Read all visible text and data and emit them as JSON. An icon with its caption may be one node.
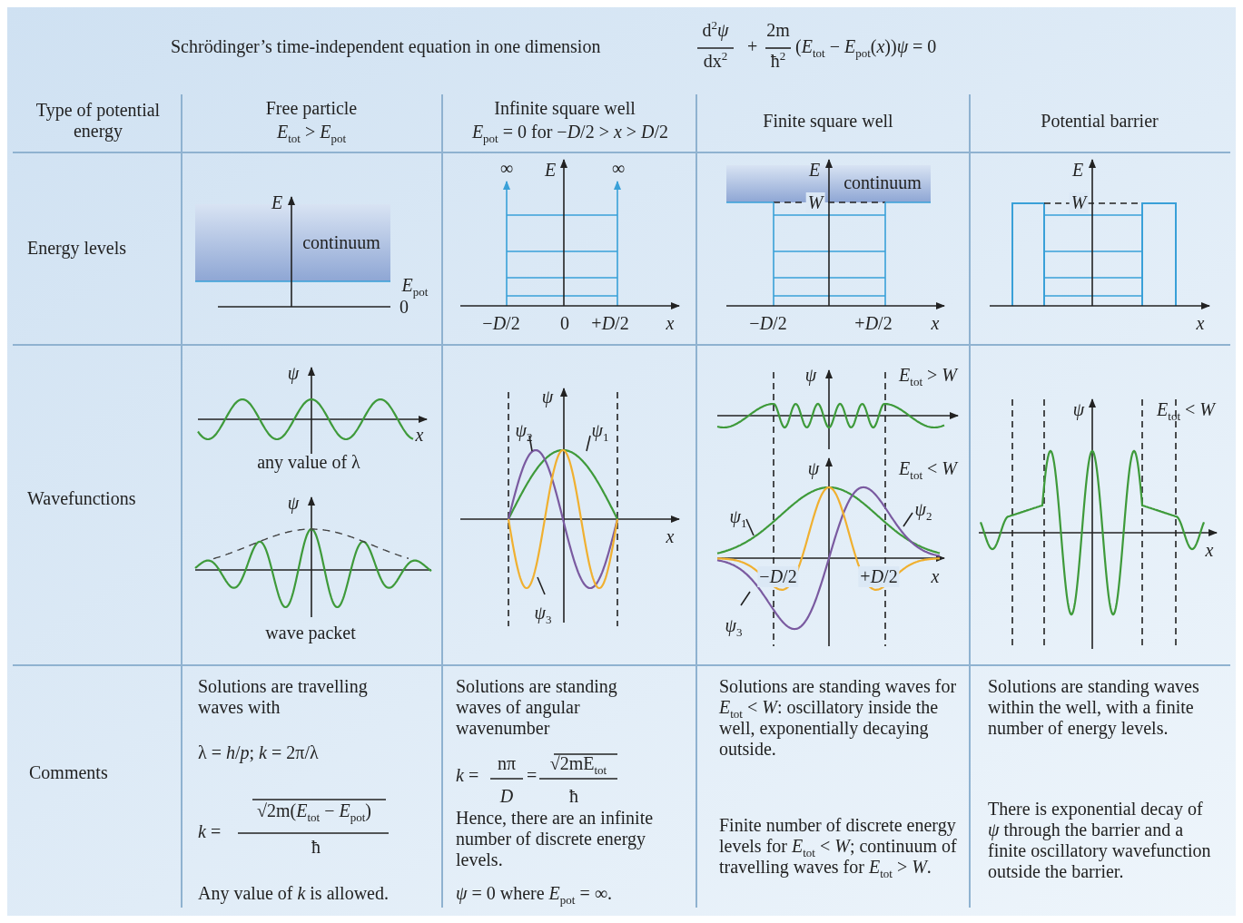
{
  "diagram": {
    "title": "Schrödinger’s time-independent equation in one dimension",
    "labels": [
      "d$^{2}$*ψ*",
      "dx$^{2}$",
      "+",
      "2m",
      "ħ$^{2}$",
      "(*E*$_{tot}$ − *E*$_{pot}$(*x*))*ψ* = 0",
      "Type of potential energy",
      "Free particle",
      "*E*$_{tot}$ > *E*$_{pot}$",
      "Infinite square well",
      "*E*$_{pot}$ = 0 for −*D*/2 > *x* > *D*/2",
      "Finite square well",
      "Potential barrier",
      "Energy levels",
      "*E*",
      "continuum",
      "*E*$_{pot}$",
      "0",
      "∞",
      "*E*",
      "∞",
      "−*D*/2",
      "0",
      "+*D*/2",
      "*x*",
      "*E*",
      "continuum",
      "*W*",
      "−*D*/2",
      "+*D*/2",
      "*x*",
      "*E*",
      "*W*",
      "*x*",
      "Wavefunctions",
      "*ψ*",
      "*x*",
      "any value of λ",
      "*ψ*",
      "wave packet",
      "*ψ*",
      "*ψ*$_{2}$",
      "*ψ*$_{1}$",
      "*x*",
      "*ψ*$_{3}$",
      "*ψ*",
      "*E*$_{tot}$ > *W*",
      "*ψ*",
      "*E*$_{tot}$ < *W*",
      "*ψ*$_{1}$",
      "*ψ*$_{2}$",
      "−*D*/2",
      "+*D*/2",
      "*x*",
      "*ψ*$_{3}$",
      "*ψ*",
      "*E*$_{tot}$ < *W*",
      "*x*",
      "Comments",
      "Solutions are travelling waves with",
      "λ = *h*/*p*; *k* = 2π/λ",
      "*k* =",
      "√2m(*E*$_{tot}$ − *E*$_{pot}$)",
      "ħ",
      "Any value of *k* is allowed.",
      "Solutions are standing waves of angular wavenumber",
      "*k* =",
      "nπ",
      "*D*",
      "=",
      "√2mE$_{tot}$",
      "ħ",
      "Hence, there are an infinite number of discrete energy levels.",
      "*ψ* = 0 where *E*$_{pot}$ = ∞.",
      "Solutions are standing waves for *E*$_{tot}$ < *W*: oscillatory inside the well, exponentially decaying outside.",
      "Finite number of discrete energy levels for *E*$_{tot}$ < *W*; continuum of travelling waves for *E*$_{tot}$ > *W*.",
      "Solutions are standing waves within the well, with a finite number of energy levels.",
      "There is exponential decay of *ψ* through the barrier and a finite oscillatory wavefunction outside the barrier."
    ]
  }
}
